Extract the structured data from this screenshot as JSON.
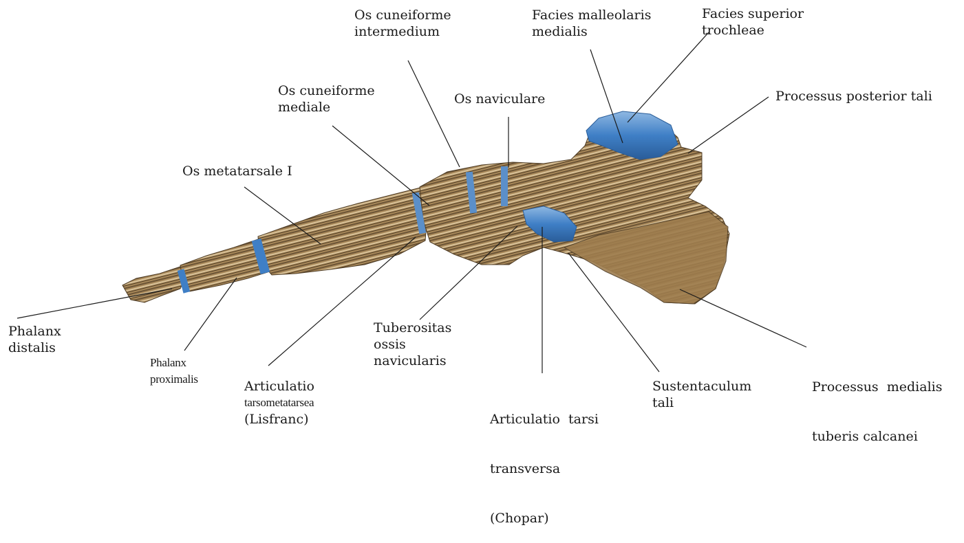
{
  "colors": {
    "bone_dark": "#6b5436",
    "bone_mid": "#a9895a",
    "bone_light": "#d8c29a",
    "cartilage": "#3f7fc6",
    "cartilage_light": "#8fb8e2",
    "leader_line": "#1a1a1a",
    "background": "#ffffff"
  },
  "labels": {
    "cuneiforme_intermedium": [
      "Os cuneiforme",
      "intermedium"
    ],
    "facies_malleolaris": [
      "Facies malleolaris",
      "medialis"
    ],
    "facies_superior": [
      "Facies superior",
      "trochleae"
    ],
    "cuneiforme_mediale": [
      "Os cuneiforme",
      "mediale"
    ],
    "naviculare": [
      "Os naviculare"
    ],
    "processus_posterior": [
      "Processus posterior tali"
    ],
    "metatarsale": [
      "Os metatarsale I"
    ],
    "phalanx_distalis": [
      "Phalanx",
      "distalis"
    ],
    "phalanx_proximalis": [
      "Phalanx",
      "proximalis"
    ],
    "tarsometatarsea": [
      "Articulatio",
      "tarsometatarsea",
      "(Lisfranc)"
    ],
    "tuberositas": [
      "Tuberositas",
      "ossis",
      "navicularis"
    ],
    "tarsi_transversa": [
      "Articulatio  tarsi",
      "transversa",
      "(Chopar)"
    ],
    "sustentaculum": [
      "Sustentaculum",
      "tali"
    ],
    "processus_medialis": [
      "Processus  medialis",
      "tuberis calcanei"
    ]
  }
}
